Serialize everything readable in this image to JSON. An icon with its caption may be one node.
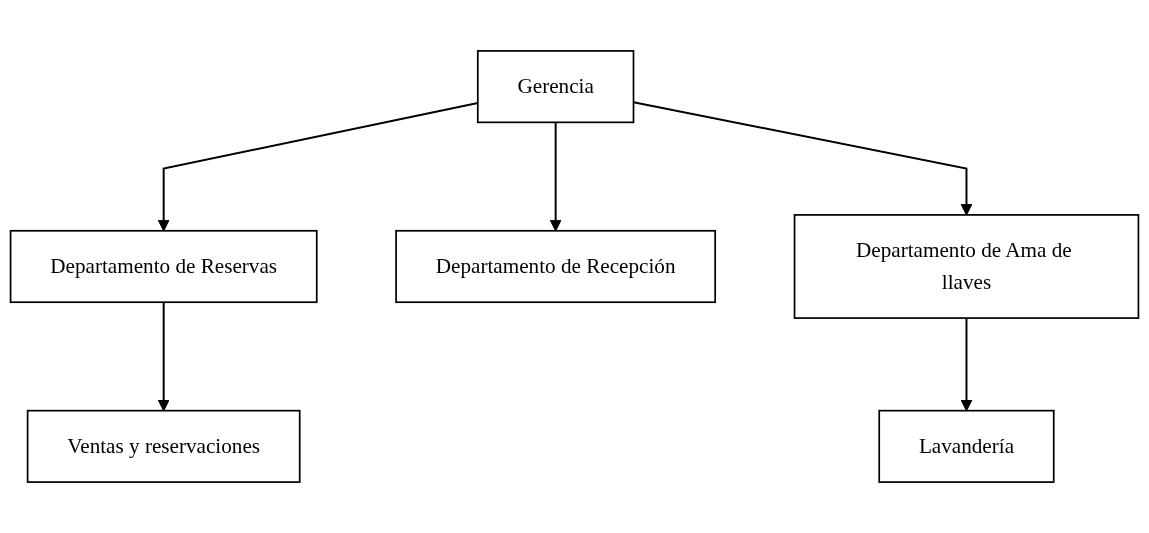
{
  "diagram": {
    "nodes": [
      {
        "text": [
          "Gerencia"
        ]
      },
      {
        "text": [
          "Departamento de Reservas"
        ]
      },
      {
        "text": [
          "Departamento de Recepción"
        ]
      },
      {
        "text": [
          "Departamento de Ama de llaves"
        ]
      },
      {
        "text": [
          "Ventas y reservaciones"
        ]
      },
      {
        "text": [
          "Lavandería"
        ]
      }
    ],
    "edges": [
      {
        "from": 0,
        "to": 1,
        "arrow": "to"
      },
      {
        "from": 0,
        "to": 2,
        "arrow": "to"
      },
      {
        "from": 0,
        "to": 3,
        "arrow": "to"
      },
      {
        "from": 1,
        "to": 4,
        "arrow": "to"
      },
      {
        "from": 3,
        "to": 5,
        "arrow": "to"
      }
    ]
  }
}
